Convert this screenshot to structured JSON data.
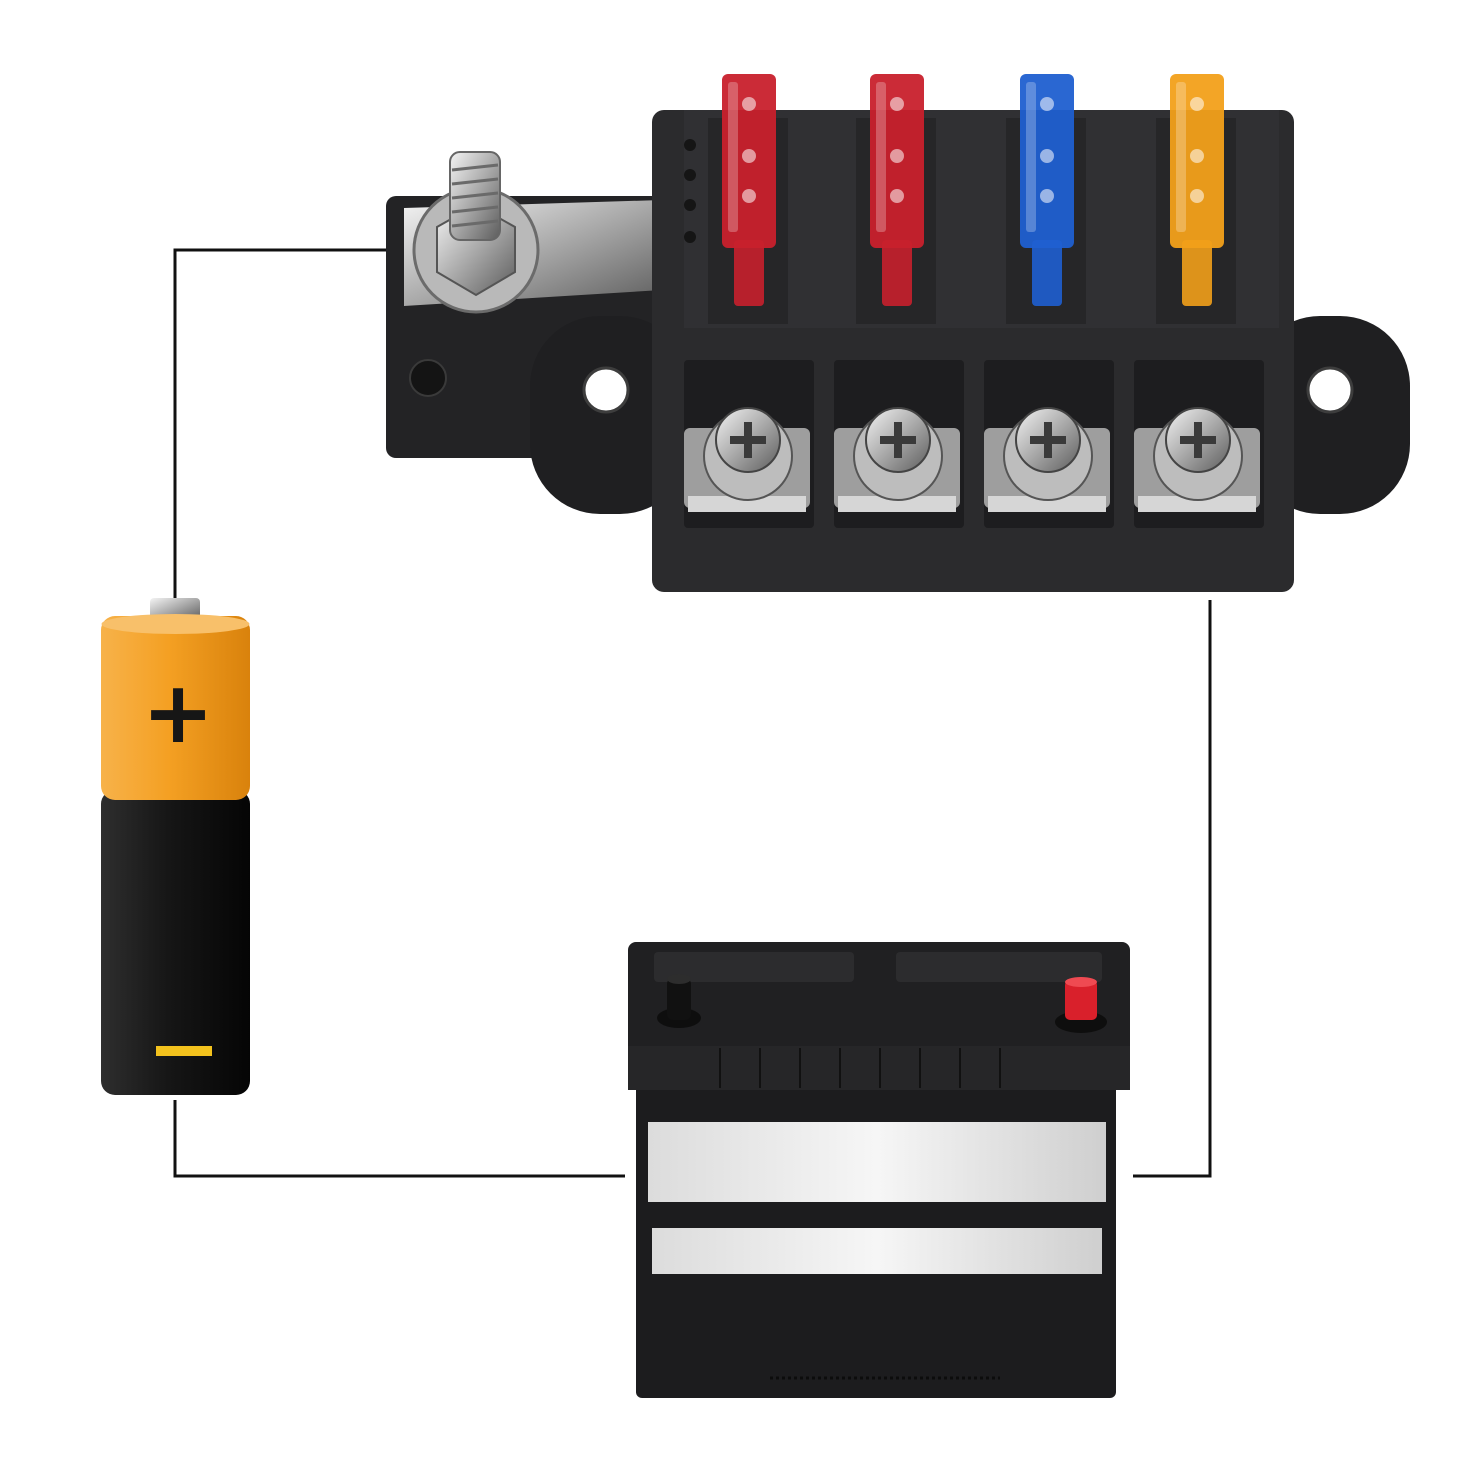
{
  "diagram": {
    "background": "#ffffff",
    "wire_color": "#111111"
  },
  "fuse_block": {
    "body_color": "#2b2b2d",
    "slot_count": 4,
    "fuses": [
      {
        "name": "fuse-1",
        "color": "#c8202c"
      },
      {
        "name": "fuse-2",
        "color": "#c8202c"
      },
      {
        "name": "fuse-3",
        "color": "#1f5fd0"
      },
      {
        "name": "fuse-4",
        "color": "#f2a01a"
      }
    ],
    "input_stud": "threaded-stud-with-nut-icon",
    "output_terminals": [
      "terminal-screw-icon",
      "terminal-screw-icon",
      "terminal-screw-icon",
      "terminal-screw-icon"
    ]
  },
  "aa_battery": {
    "top_color": "#f4a023",
    "bottom_color": "#161616",
    "positive_symbol": "+",
    "negative_symbol": "−",
    "negative_mark_color": "#f3c21d"
  },
  "car_battery": {
    "case_color": "#1c1c1e",
    "positive_terminal_color": "#d9202b",
    "negative_terminal_color": "#111111",
    "label_color": "#eaeaea"
  }
}
